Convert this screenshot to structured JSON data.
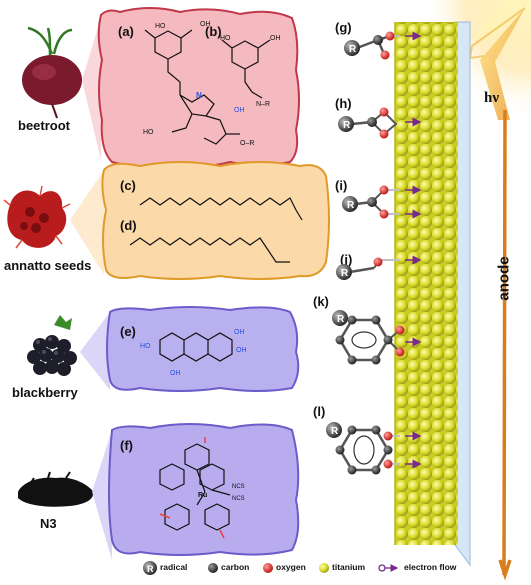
{
  "sources": [
    {
      "label": "beetroot"
    },
    {
      "label": "annatto seeds"
    },
    {
      "label": "blackberry"
    },
    {
      "label": "N3"
    }
  ],
  "structure_labels": [
    "(a)",
    "(b)",
    "(c)",
    "(d)",
    "(e)",
    "(f)"
  ],
  "binding_labels": [
    "(g)",
    "(h)",
    "(i)",
    "(j)",
    "(k)",
    "(l)"
  ],
  "atom_text": {
    "R": "R",
    "OH": "OH",
    "HO": "HO",
    "N": "N",
    "NCS": "NCS",
    "Ru": "Ru",
    "O": "O"
  },
  "anode": "anode",
  "light": "hν",
  "legend": [
    {
      "label": "radical",
      "color": "#3a3a3a"
    },
    {
      "label": "carbon",
      "color": "#4a4a4a"
    },
    {
      "label": "oxygen",
      "color": "#e8413c"
    },
    {
      "label": "titanium",
      "color": "#e6e63a"
    },
    {
      "label": "electron flow",
      "color": "#7a2a8a"
    }
  ],
  "colors": {
    "beet_panel": "#f5b9c0",
    "beet_border": "#c0394b",
    "annatto_panel": "#fcd9a8",
    "annatto_border": "#e09a2a",
    "berry_panel": "#b9b0ef",
    "berry_border": "#6b5cc9",
    "n3_panel": "#b8acee",
    "n3_border": "#6b5cc9",
    "titanium": "#dfe24a",
    "anode_plate": "#c9dff2"
  }
}
